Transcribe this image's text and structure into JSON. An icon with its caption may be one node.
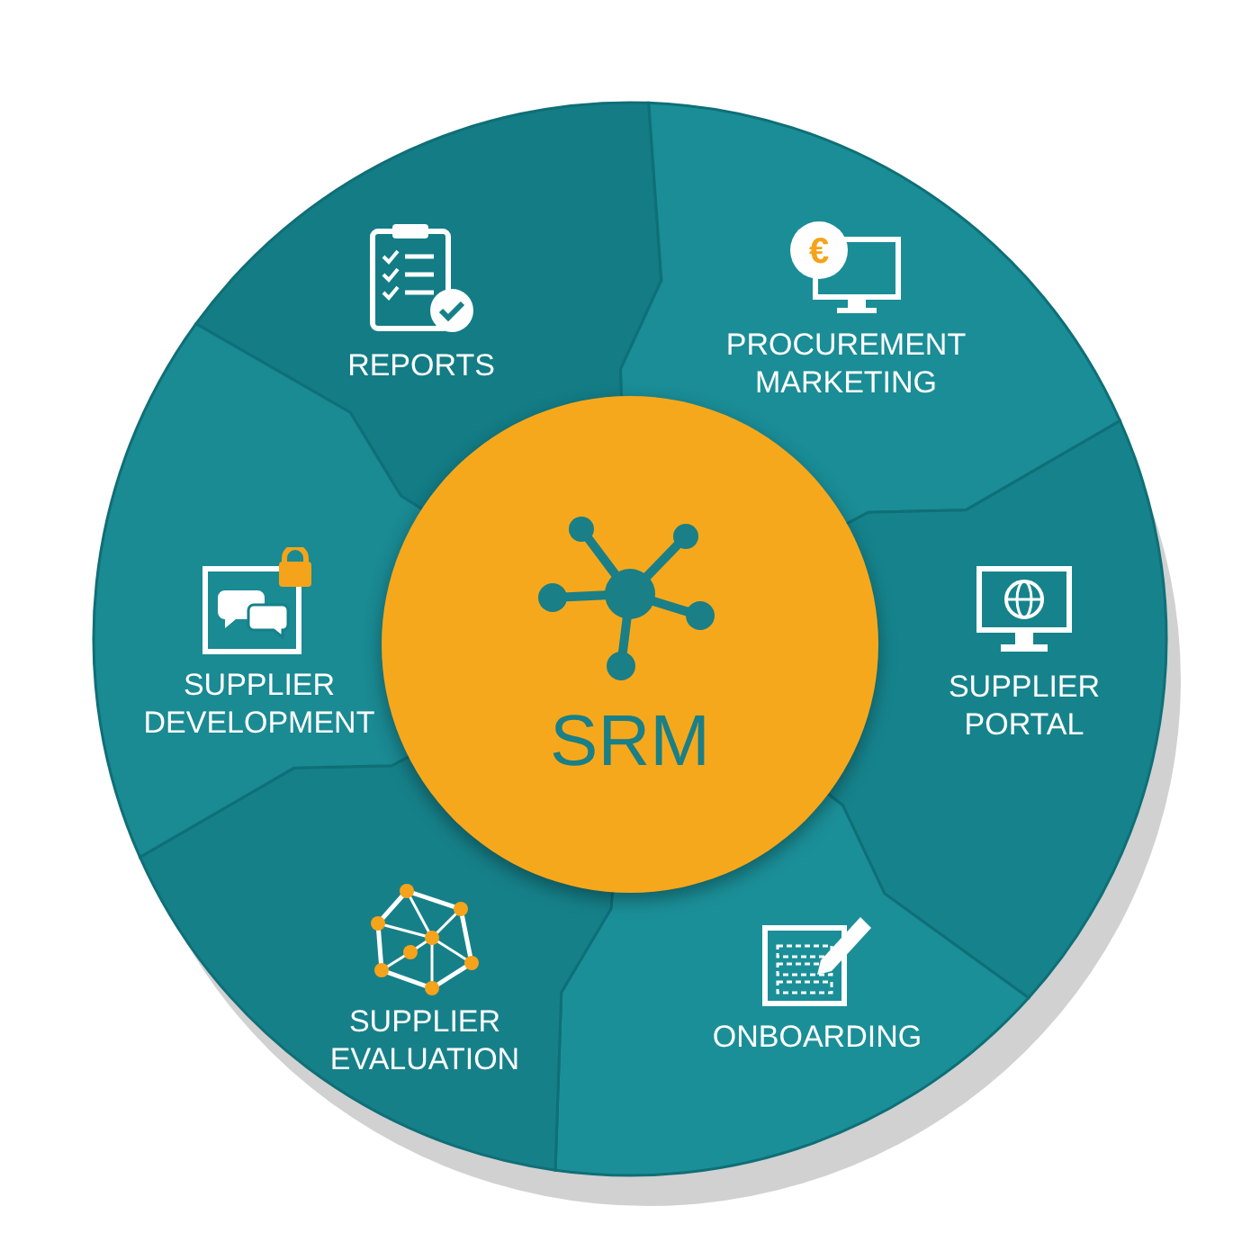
{
  "diagram": {
    "nodes": [
      {
        "text": [
          "SRM"
        ]
      },
      {
        "text": [
          "REPORTS"
        ]
      },
      {
        "text": [
          "PROCUREMENT MARKETING"
        ]
      },
      {
        "text": [
          "SUPPLIER PORTAL"
        ]
      },
      {
        "text": [
          "ONBOARDING"
        ]
      },
      {
        "text": [
          "SUPPLIER EVALUATION"
        ]
      },
      {
        "text": [
          "SUPPLIER DEVELOPMENT"
        ]
      }
    ],
    "labels": [
      "€"
    ]
  }
}
